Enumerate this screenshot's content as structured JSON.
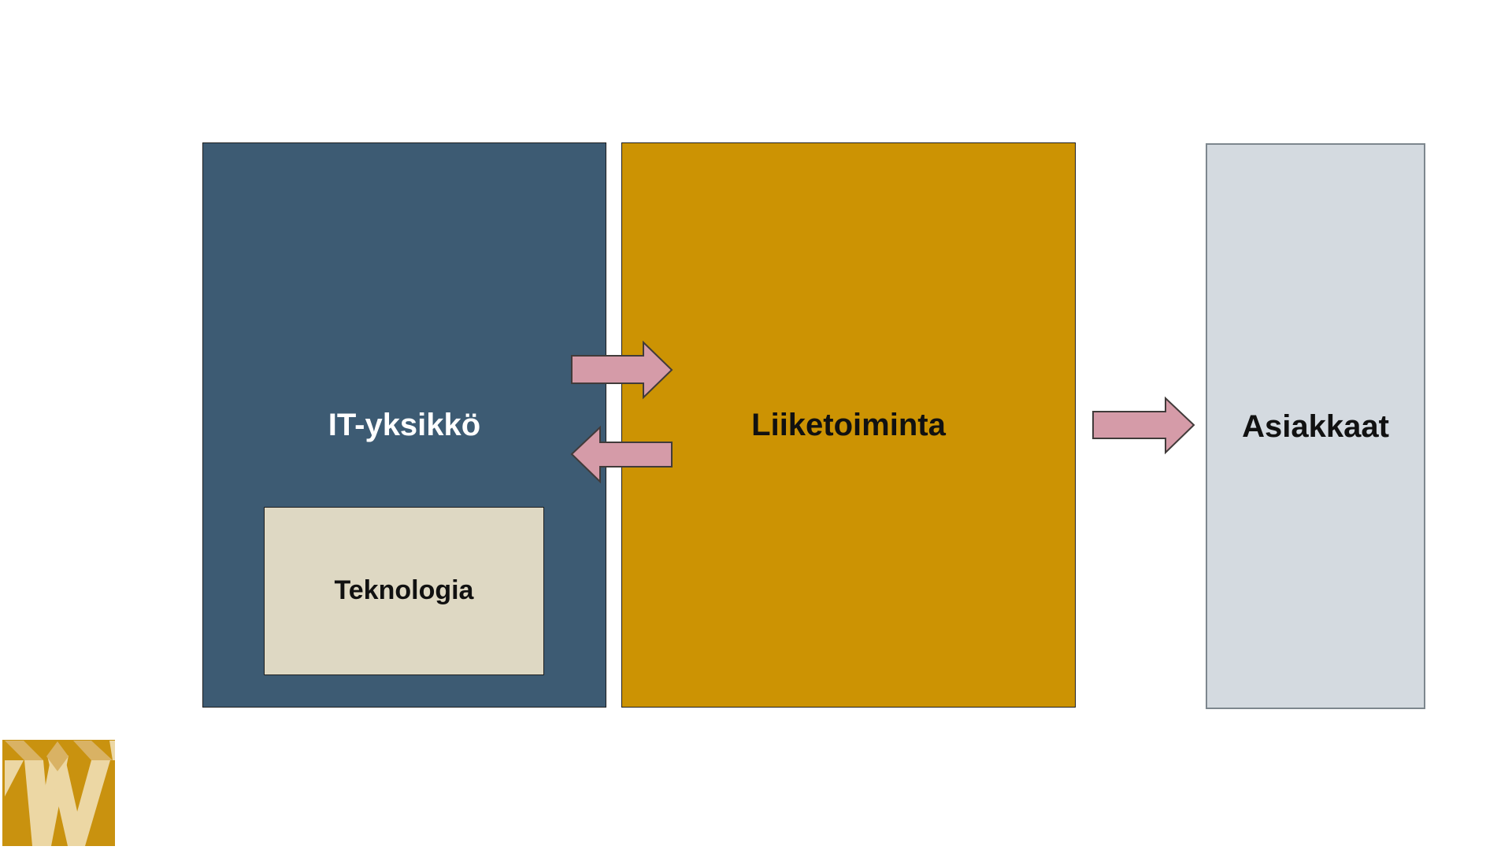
{
  "colors": {
    "page_bg": "#ffffff",
    "it_fill": "#3d5b73",
    "teknologia_fill": "#ded8c3",
    "liiketoiminta_fill": "#cc9303",
    "asiakkaat_fill": "#d4dae0",
    "asiakkaat_border": "#7d878e",
    "box_border": "#1f1f1f",
    "arrow_fill": "#d59ba8",
    "arrow_stroke": "#413b3a",
    "text_light": "#ffffff",
    "text_dark": "#111111",
    "logo_gold": "#c9920f",
    "logo_cream": "#ecd7a4",
    "logo_tan": "#d9b264"
  },
  "boxes": {
    "it_unit": {
      "label": "IT-yksikkö"
    },
    "teknologia": {
      "label": "Teknologia"
    },
    "liiketoiminta": {
      "label": "Liiketoiminta"
    },
    "asiakkaat": {
      "label": "Asiakkaat"
    }
  },
  "arrows": [
    {
      "from": "IT-yksikkö",
      "to": "Liiketoiminta",
      "direction": "right"
    },
    {
      "from": "Liiketoiminta",
      "to": "IT-yksikkö",
      "direction": "left"
    },
    {
      "from": "Liiketoiminta",
      "to": "Asiakkaat",
      "direction": "right"
    }
  ],
  "logo": {
    "icon": "w-monogram-icon"
  }
}
